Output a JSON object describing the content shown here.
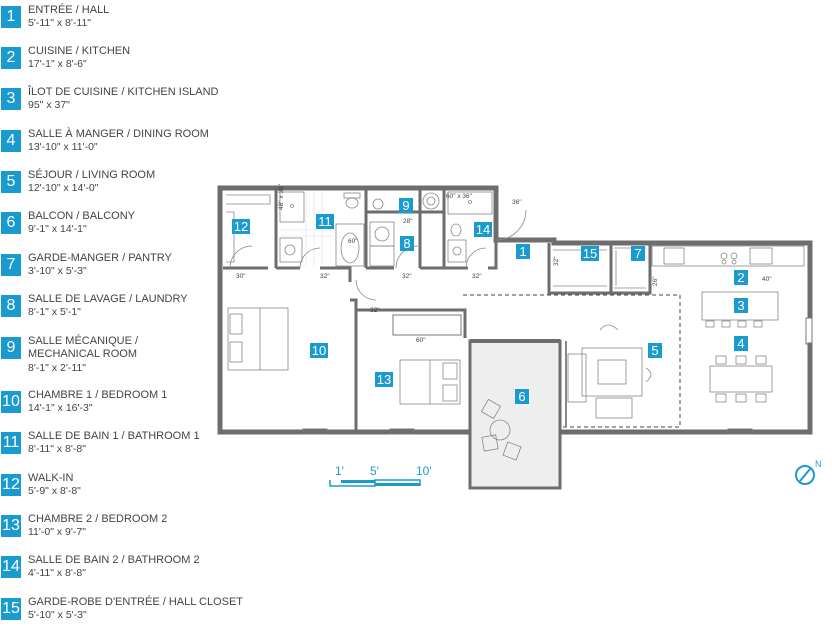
{
  "legend": [
    {
      "num": "1",
      "name": "ENTRÉE / HALL",
      "dim": "5'-11\" x 8'-11\""
    },
    {
      "num": "2",
      "name": "CUISINE / KITCHEN",
      "dim": "17'-1\" x 8'-6\""
    },
    {
      "num": "3",
      "name": "ÎLOT DE CUISINE / KITCHEN ISLAND",
      "dim": "95\" x 37\""
    },
    {
      "num": "4",
      "name": "SALLE À MANGER / DINING ROOM",
      "dim": "13'-10\" x 11'-0\""
    },
    {
      "num": "5",
      "name": "SÉJOUR / LIVING ROOM",
      "dim": "12'-10\" x 14'-0\""
    },
    {
      "num": "6",
      "name": "BALCON / BALCONY",
      "dim": "9'-1\" x 14'-1\""
    },
    {
      "num": "7",
      "name": "GARDE-MANGER / PANTRY",
      "dim": "3'-10\" x 5'-3\""
    },
    {
      "num": "8",
      "name": "SALLE DE LAVAGE / LAUNDRY",
      "dim": "8'-1\" x 5'-1\""
    },
    {
      "num": "9",
      "name": "SALLE MÉCANIQUE /",
      "name2": "MECHANICAL ROOM",
      "dim": "8'-1\" x 2'-11\""
    },
    {
      "num": "10",
      "name": "CHAMBRE 1 / BEDROOM 1",
      "dim": "14'-1\" x 16'-3\""
    },
    {
      "num": "11",
      "name": "SALLE DE BAIN 1 / BATHROOM 1",
      "dim": "8'-11\" x 8'-8\""
    },
    {
      "num": "12",
      "name": "WALK-IN",
      "dim": "5'-9\" x 8'-8\""
    },
    {
      "num": "13",
      "name": "CHAMBRE 2 / BEDROOM 2",
      "dim": "11'-0\" x 9'-7\""
    },
    {
      "num": "14",
      "name": "SALLE DE BAIN 2 / BATHROOM 2",
      "dim": "4'-11\" x 8'-8\""
    },
    {
      "num": "15",
      "name": "GARDE-ROBE D'ENTRÉE / HALL CLOSET",
      "dim": "5'-10\" x 5'-3\""
    }
  ],
  "plan": {
    "room_tags": [
      "1",
      "2",
      "3",
      "4",
      "5",
      "6",
      "7",
      "8",
      "9",
      "10",
      "11",
      "12",
      "13",
      "14",
      "15"
    ],
    "dimensions": {
      "shower_1": "48\" x 36\"",
      "shower_2": "60\" x 36\"",
      "tub": "60\"",
      "d28": "28\"",
      "d36": "36\"",
      "d32a": "32\"",
      "d32b": "32\"",
      "d32c": "32\"",
      "d32d": "32\"",
      "d32e": "32\"",
      "d30": "30\"",
      "d60": "60\"",
      "d40": "40\"",
      "d26": "26\""
    },
    "scale": [
      "1'",
      "5'",
      "10'"
    ],
    "north": "N"
  },
  "colors": {
    "accent": "#1a9bd0",
    "wall": "#6d6d6d"
  }
}
